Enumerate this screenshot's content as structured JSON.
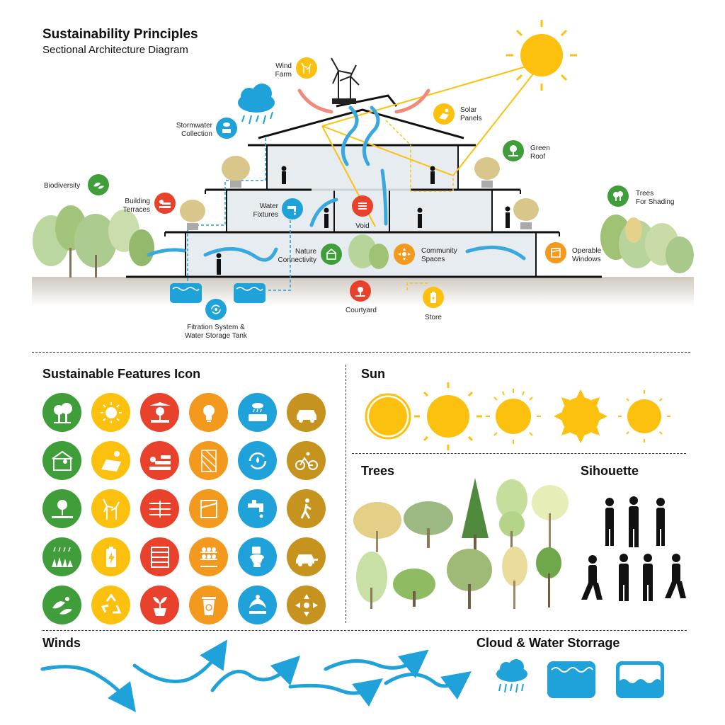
{
  "header": {
    "title": "Sustainability Principles",
    "subtitle": "Sectional Architecture Diagram"
  },
  "colors": {
    "green": "#3f9e3a",
    "yellow": "#fcc10e",
    "red": "#e8412c",
    "orange": "#f39a1e",
    "blue": "#1fa2da",
    "gold": "#c7931f",
    "ground": "#d9d4cc"
  },
  "diagram": {
    "labels": {
      "wind_farm": "Wind\nFarm",
      "solar_panels": "Solar\nPanels",
      "stormwater": "Stormwater\nCollection",
      "green_roof": "Green\nRoof",
      "biodiversity": "Biodiversity",
      "trees_shading": "Trees\nFor Shading",
      "building_terraces": "Building\nTerraces",
      "water_fixtures": "Water\nFixtures",
      "void": "Void",
      "nature_connectivity": "Nature\nConnectivity",
      "community_spaces": "Community\nSpaces",
      "operable_windows": "Operable\nWindows",
      "filtration": "Fitration System &\nWater Storage Tank",
      "courtyard": "Courtyard",
      "store": "Store"
    }
  },
  "sections": {
    "icons_title": "Sustainable Features Icon",
    "sun_title": "Sun",
    "trees_title": "Trees",
    "silhouette_title": "Sihouette",
    "winds_title": "Winds",
    "cloud_title": "Cloud & Water Storrage"
  },
  "icon_grid": [
    [
      {
        "name": "trees-icon",
        "color": "green"
      },
      {
        "name": "sun-icon",
        "color": "yellow"
      },
      {
        "name": "courtyard-icon",
        "color": "red"
      },
      {
        "name": "lightbulb-icon",
        "color": "orange"
      },
      {
        "name": "stormwater-icon",
        "color": "blue"
      },
      {
        "name": "car-icon",
        "color": "gold"
      }
    ],
    [
      {
        "name": "nature-connectivity-icon",
        "color": "green"
      },
      {
        "name": "solar-panel-icon",
        "color": "yellow"
      },
      {
        "name": "building-terraces-icon",
        "color": "red"
      },
      {
        "name": "facade-screen-icon",
        "color": "orange"
      },
      {
        "name": "water-recycle-icon",
        "color": "blue"
      },
      {
        "name": "bicycle-icon",
        "color": "gold"
      }
    ],
    [
      {
        "name": "green-roof-icon",
        "color": "green"
      },
      {
        "name": "wind-turbine-icon",
        "color": "yellow"
      },
      {
        "name": "section-void-icon",
        "color": "red"
      },
      {
        "name": "operable-window-icon",
        "color": "orange"
      },
      {
        "name": "water-tap-icon",
        "color": "blue"
      },
      {
        "name": "pedestrian-icon",
        "color": "gold"
      }
    ],
    [
      {
        "name": "rain-grass-icon",
        "color": "green"
      },
      {
        "name": "battery-icon",
        "color": "yellow"
      },
      {
        "name": "stairs-void-icon",
        "color": "red"
      },
      {
        "name": "vertical-garden-icon",
        "color": "orange"
      },
      {
        "name": "toilet-icon",
        "color": "blue"
      },
      {
        "name": "electric-car-icon",
        "color": "gold"
      }
    ],
    [
      {
        "name": "birds-leaves-icon",
        "color": "green"
      },
      {
        "name": "recycle-icon",
        "color": "yellow"
      },
      {
        "name": "potted-plant-icon",
        "color": "red"
      },
      {
        "name": "recycle-bin-icon",
        "color": "orange"
      },
      {
        "name": "fountain-icon",
        "color": "blue"
      },
      {
        "name": "community-spaces-icon",
        "color": "gold"
      }
    ]
  ]
}
